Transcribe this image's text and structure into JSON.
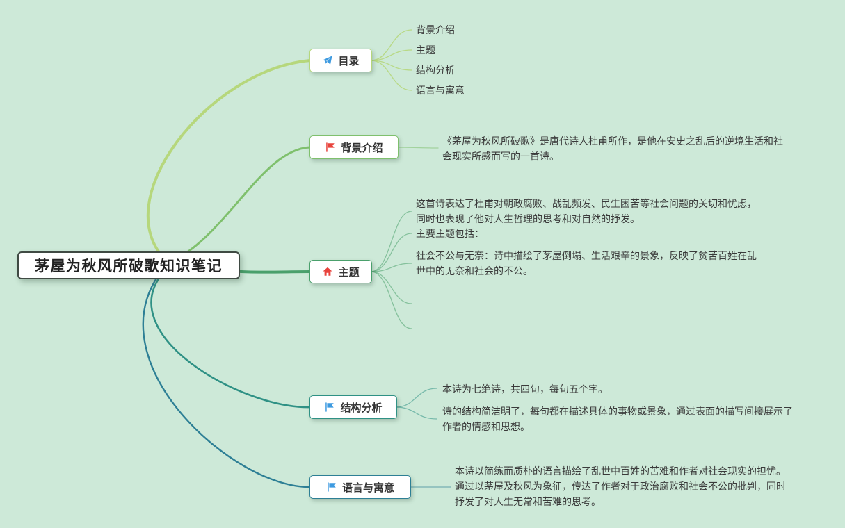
{
  "root": {
    "label": "茅屋为秋风所破歌知识笔记"
  },
  "branches": [
    {
      "label": "目录",
      "icon": "paper-plane-icon",
      "children": [
        {
          "text": "背景介绍"
        },
        {
          "text": "主题"
        },
        {
          "text": "结构分析"
        },
        {
          "text": "语言与寓意"
        }
      ]
    },
    {
      "label": "背景介绍",
      "icon": "flag-icon",
      "children": [
        {
          "text": "《茅屋为秋风所破歌》是唐代诗人杜甫所作，是他在安史之乱后的逆境生活和社会现实所感而写的一首诗。"
        }
      ]
    },
    {
      "label": "主题",
      "icon": "home-icon",
      "children": [
        {
          "text": "这首诗表达了杜甫对朝政腐败、战乱频发、民生困苦等社会问题的关切和忧虑，同时也表现了他对人生哲理的思考和对自然的抒发。"
        },
        {
          "text": "主要主题包括："
        },
        {
          "text": "社会不公与无奈：诗中描绘了茅屋倒塌、生活艰辛的景象，反映了贫苦百姓在乱世中的无奈和社会的不公。"
        }
      ]
    },
    {
      "label": "结构分析",
      "icon": "flag-icon",
      "children": [
        {
          "text": "本诗为七绝诗，共四句，每句五个字。"
        },
        {
          "text": "诗的结构简洁明了，每句都在描述具体的事物或景象，通过表面的描写间接展示了作者的情感和思想。"
        }
      ]
    },
    {
      "label": "语言与寓意",
      "icon": "flag-icon",
      "children": [
        {
          "text": "本诗以简练而质朴的语言描绘了乱世中百姓的苦难和作者对社会现实的担忧。通过以茅屋及秋风为象征，传达了作者对于政治腐败和社会不公的批判，同时抒发了对人生无常和苦难的思考。"
        }
      ]
    }
  ],
  "colors": {
    "canvas": "#cde9d8",
    "toc": "#b6d77c",
    "background": "#7fc06d",
    "theme": "#4aa06c",
    "structure": "#2f9185",
    "language": "#2d7f95",
    "icon_red": "#e8433c",
    "icon_blue": "#3d9ae0",
    "text": "#333333",
    "root_border": "#3f4a43"
  }
}
